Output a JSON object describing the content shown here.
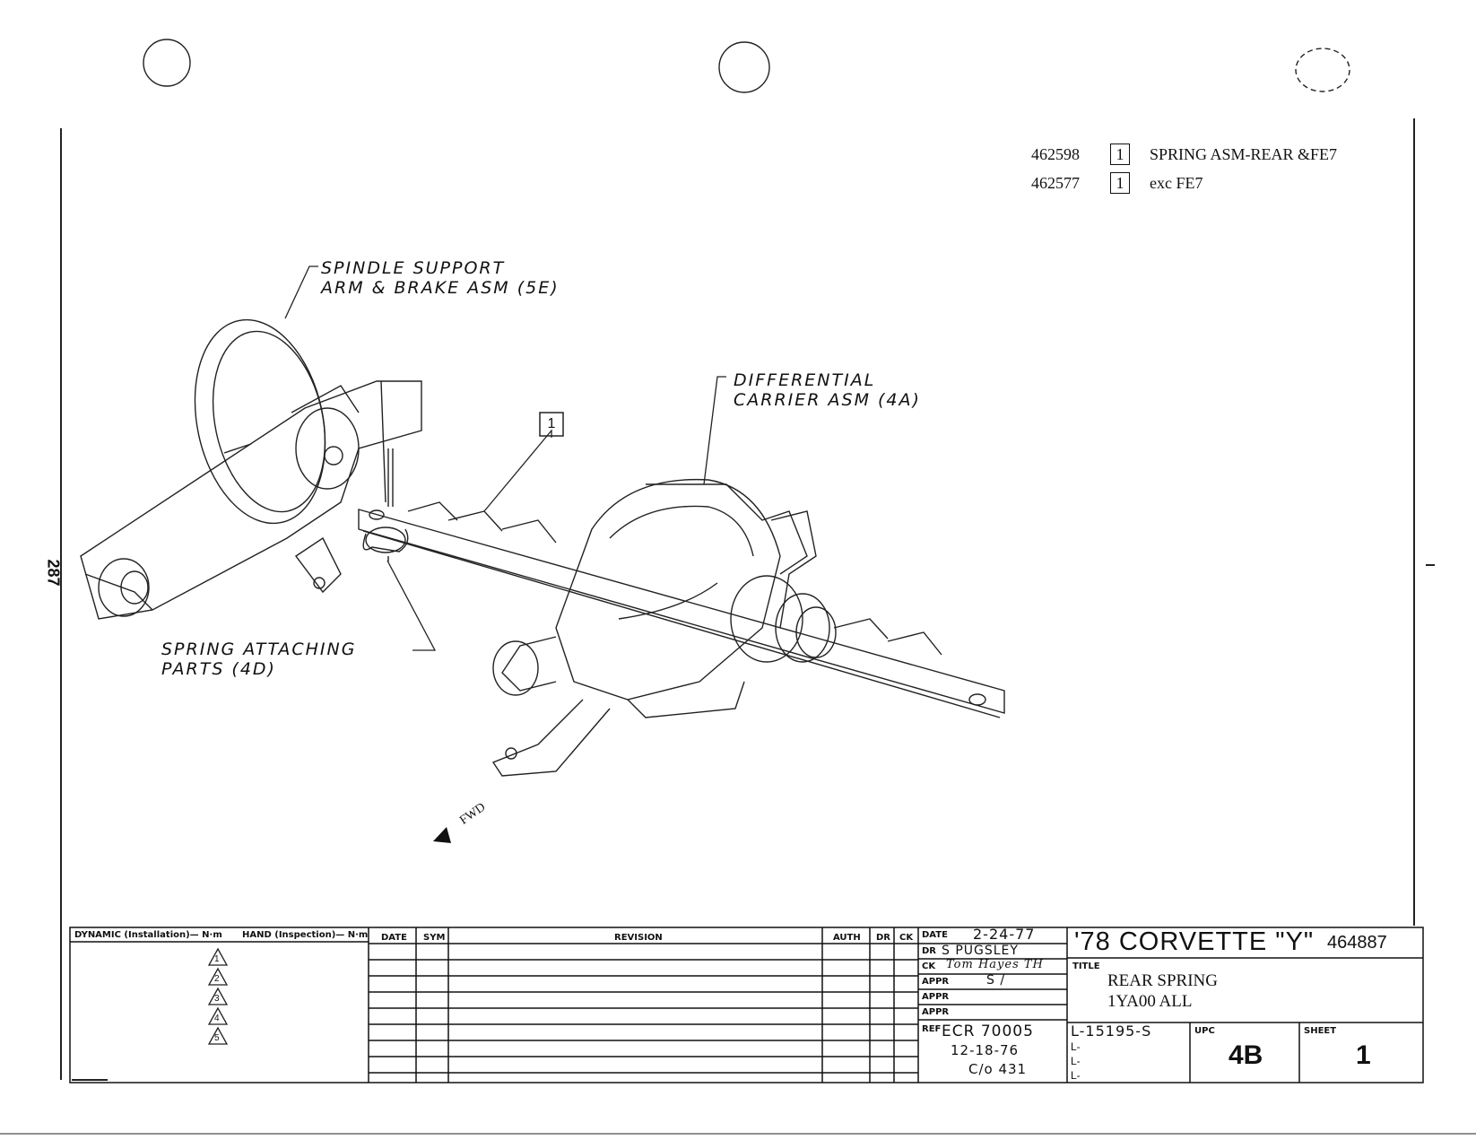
{
  "page_number": "287",
  "parts_list": [
    {
      "part_no": "462598",
      "qty": "1",
      "description": "SPRING ASM-REAR &FE7"
    },
    {
      "part_no": "462577",
      "qty": "1",
      "description": "exc FE7"
    }
  ],
  "callouts": {
    "spindle_line1": "SPINDLE SUPPORT",
    "spindle_line2": "ARM & BRAKE ASM (5E)",
    "diff_line1": "DIFFERENTIAL",
    "diff_line2": "CARRIER ASM (4A)",
    "item_box": "1",
    "spring_line1": "SPRING ATTACHING",
    "spring_line2": "PARTS (4D)",
    "fwd": "FWD"
  },
  "title_block": {
    "torque_header_dynamic": "DYNAMIC (Installation)— N·m",
    "torque_header_hand": "HAND (Inspection)— N·m",
    "triangles": [
      "1",
      "2",
      "3",
      "4",
      "5"
    ],
    "rev_headers": {
      "date": "DATE",
      "sym": "SYM",
      "revision": "REVISION",
      "auth": "AUTH",
      "dr": "DR",
      "ck": "CK"
    },
    "labels": {
      "date": "DATE",
      "dr": "DR",
      "ck": "CK",
      "appr1": "APPR",
      "appr2": "APPR",
      "appr3": "APPR",
      "ref": "REF",
      "title": "TITLE",
      "upc": "UPC",
      "sheet": "SHEET"
    },
    "date_value": "2-24-77",
    "dr_value": "S PUGSLEY",
    "ck_value": "Tom Hayes TH",
    "appr_value": "S /",
    "ref_line1": "ECR 70005",
    "ref_line2": "12-18-76",
    "ref_line3": "C/o 431",
    "model_title": "'78 CORVETTE \"Y\"",
    "drawing_number": "464887",
    "title_line1": "REAR SPRING",
    "title_line2": "1YA00 ALL",
    "l_codes": [
      "L-15195-S",
      "L-",
      "L-",
      "L-"
    ],
    "upc_value": "4B",
    "sheet_value": "1"
  }
}
